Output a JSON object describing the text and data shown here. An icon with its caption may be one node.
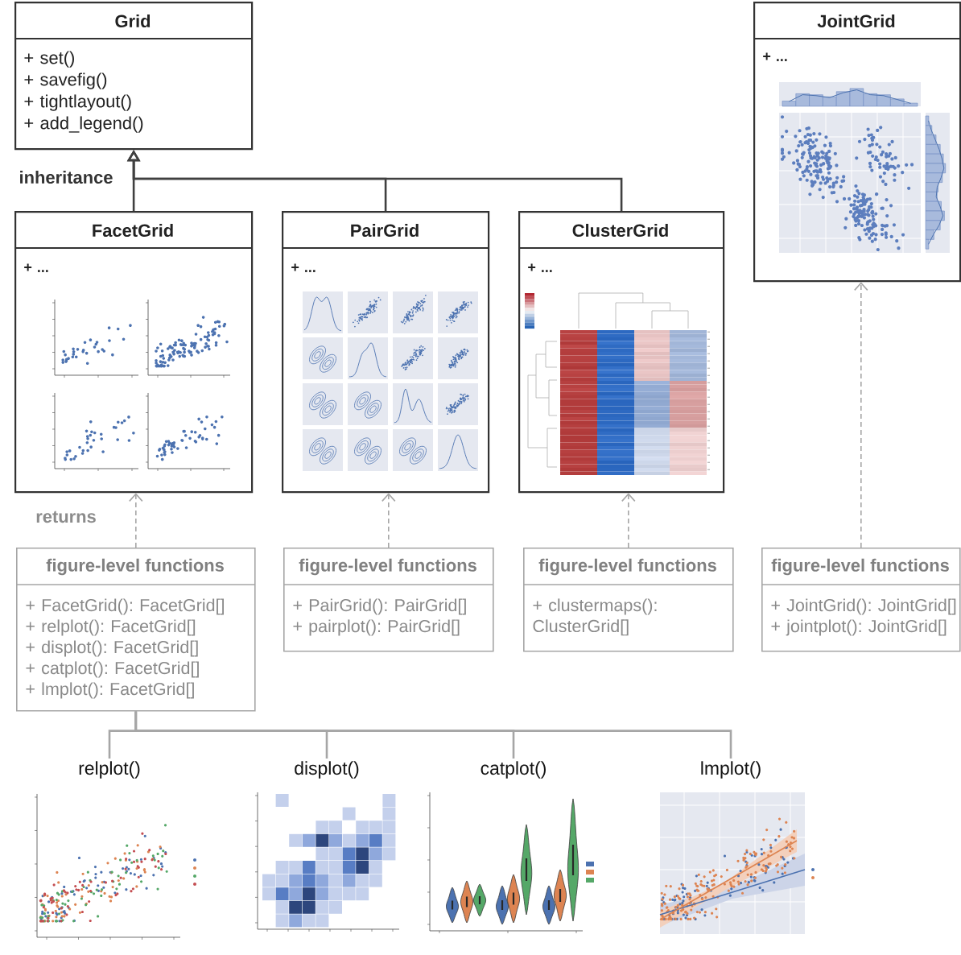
{
  "diagram": {
    "nodes": [
      {
        "text": [
          "Grid",
          "+ set()",
          "+ savefig()",
          "+ tightlayout()",
          "+ add_legend()"
        ]
      },
      {
        "text": [
          "FacetGrid",
          "+ ..."
        ]
      },
      {
        "text": [
          "PairGrid",
          "+ ..."
        ]
      },
      {
        "text": [
          "ClusterGrid",
          "+ ..."
        ]
      },
      {
        "text": [
          "JointGrid",
          "+ ..."
        ]
      },
      {
        "text": [
          "figure-level functions",
          "+ FacetGrid(): FacetGrid[]",
          "+ relplot(): FacetGrid[]",
          "+ displot(): FacetGrid[]",
          "+ catplot(): FacetGrid[]",
          "+ lmplot(): FacetGrid[]"
        ]
      },
      {
        "text": [
          "figure-level functions",
          "+ PairGrid(): PairGrid[]",
          "+ pairplot(): PairGrid[]"
        ]
      },
      {
        "text": [
          "figure-level functions",
          "+ clustermaps(): ClusterGrid[]"
        ]
      },
      {
        "text": [
          "figure-level functions",
          "+ JointGrid(): JointGrid[]",
          "+ jointplot(): JointGrid[]"
        ]
      },
      {
        "text": [
          "relplot()"
        ]
      },
      {
        "text": [
          "displot()"
        ]
      },
      {
        "text": [
          "catplot()"
        ]
      },
      {
        "text": [
          "lmplot()"
        ]
      }
    ],
    "edges": [
      {
        "from": 1,
        "to": 0,
        "arrow": "to",
        "color": "#404040",
        "label": "inheritance"
      },
      {
        "from": 2,
        "to": 0,
        "arrow": "to",
        "color": "#404040"
      },
      {
        "from": 3,
        "to": 0,
        "arrow": "to",
        "color": "#404040"
      },
      {
        "from": 5,
        "to": 1,
        "arrow": "to",
        "style": "dashed",
        "label": "returns"
      },
      {
        "from": 6,
        "to": 2,
        "arrow": "to",
        "style": "dashed"
      },
      {
        "from": 7,
        "to": 3,
        "arrow": "to",
        "style": "dashed"
      },
      {
        "from": 8,
        "to": 4,
        "arrow": "to",
        "style": "dashed"
      },
      {
        "from": 5,
        "to": 9,
        "arrow": "none"
      },
      {
        "from": 5,
        "to": 10,
        "arrow": "none"
      },
      {
        "from": 5,
        "to": 11,
        "arrow": "none"
      },
      {
        "from": 5,
        "to": 12,
        "arrow": "none"
      }
    ]
  }
}
